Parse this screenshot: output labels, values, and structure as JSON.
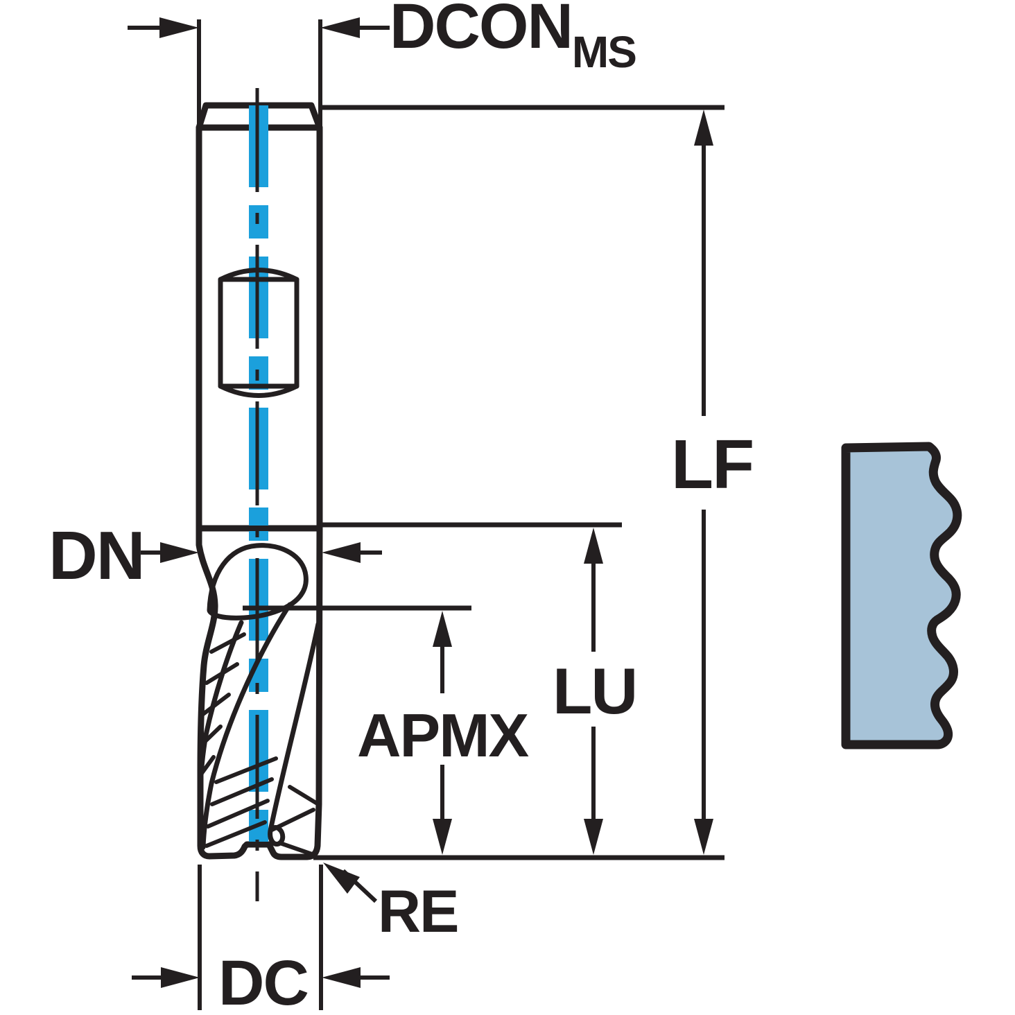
{
  "diagram": {
    "type": "tool-dimension-drawing",
    "labels": {
      "dcon": {
        "main": "DCON",
        "sub": "MS"
      },
      "lf": {
        "main": "LF"
      },
      "dn": {
        "main": "DN"
      },
      "lu": {
        "main": "LU"
      },
      "apmx": {
        "main": "APMX"
      },
      "re": {
        "main": "RE"
      },
      "dc": {
        "main": "DC"
      }
    },
    "colors": {
      "outline": "#231f20",
      "shank_fill": "#d5dee5",
      "flute_fill": "#abc2d1",
      "workpiece_fill": "#a7c3d8",
      "centerline_blue": "#1ba0dc",
      "background": "#ffffff"
    }
  }
}
